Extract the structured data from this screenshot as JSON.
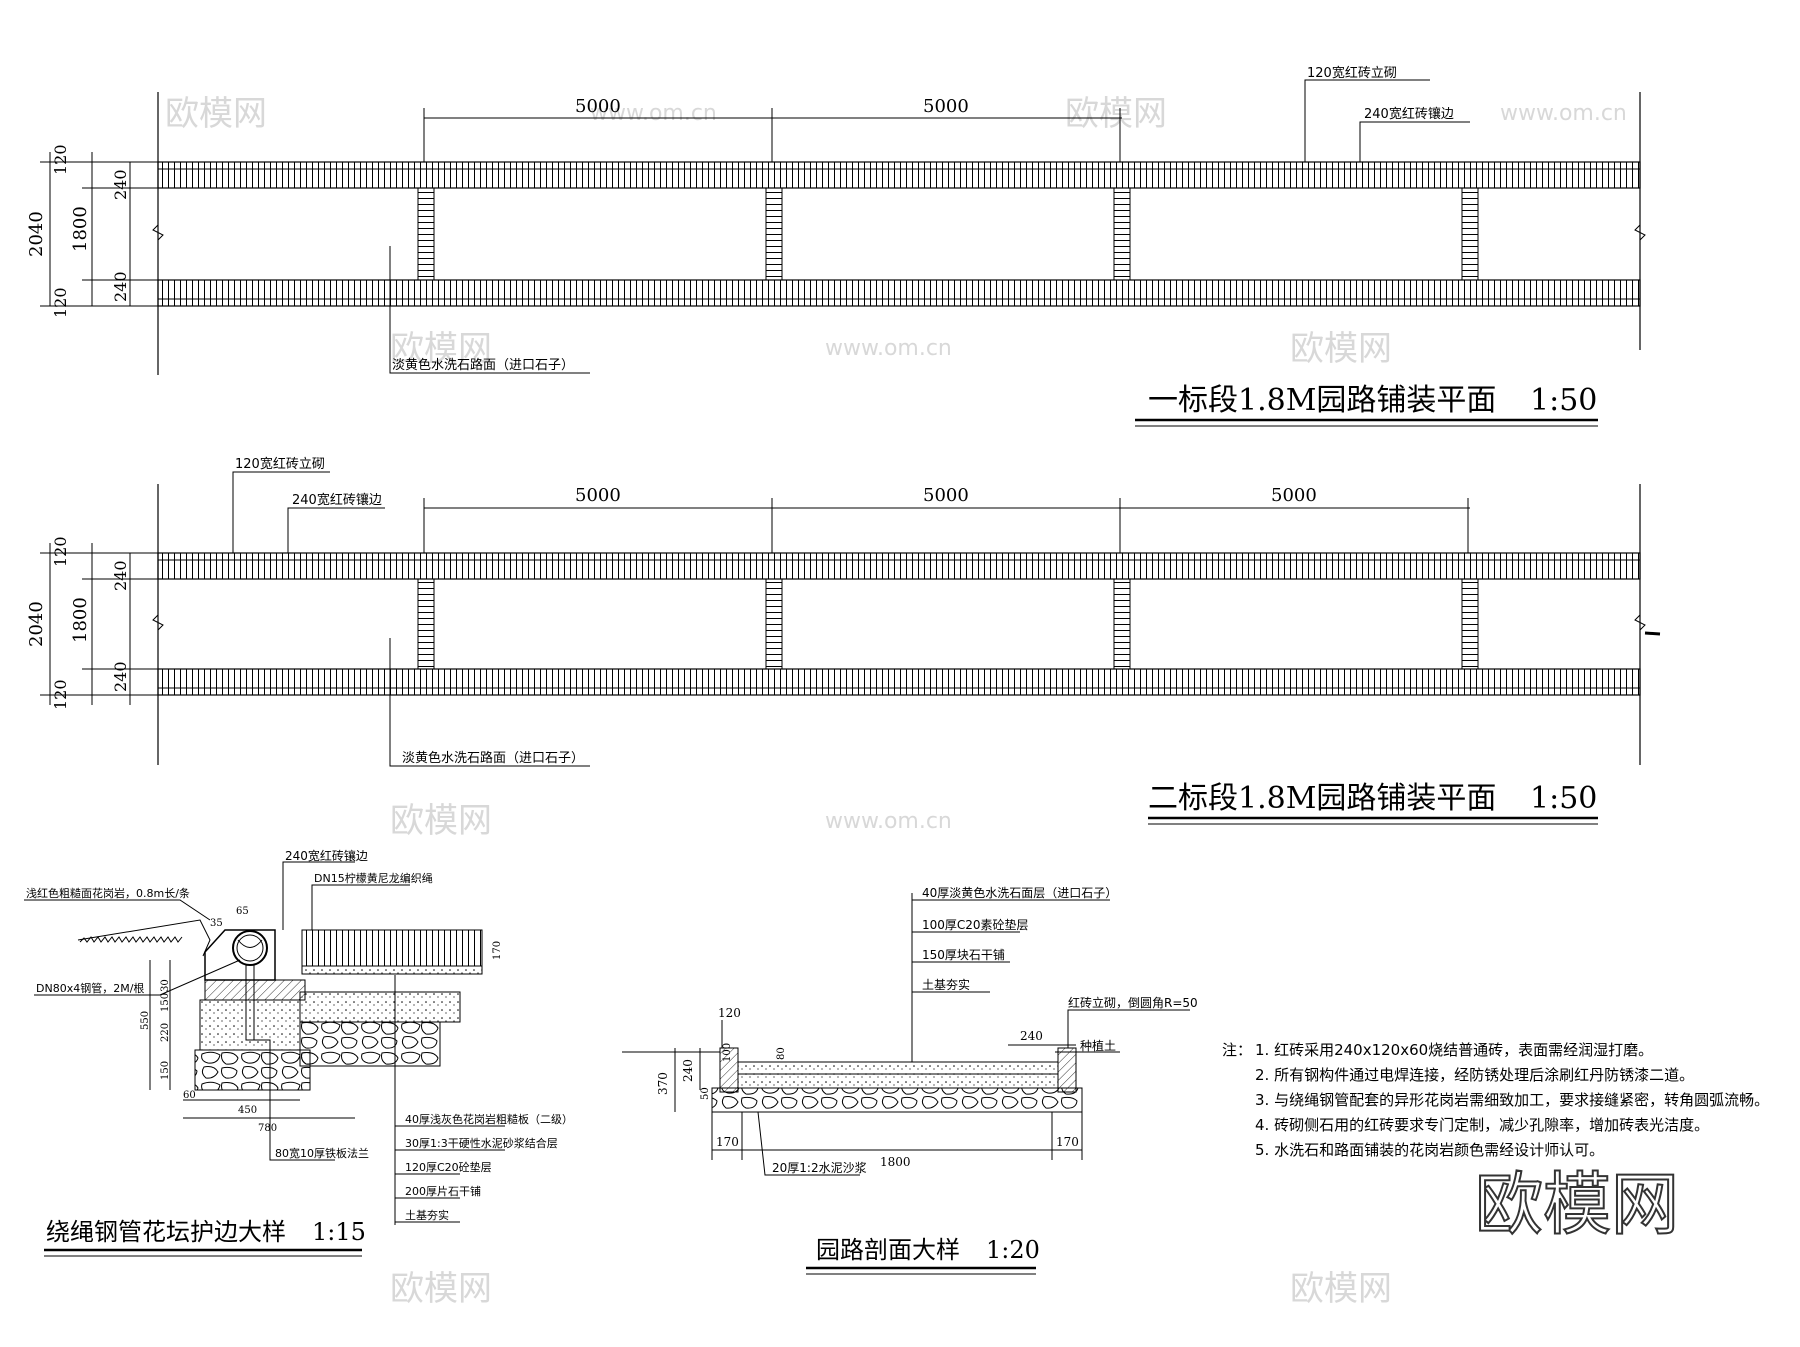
{
  "plan1": {
    "title": "一标段1.8M园路铺装平面",
    "scale": "1:50",
    "dims_top": [
      "5000",
      "5000"
    ],
    "label_edge_narrow": "120宽红砖立砌",
    "label_edge_wide": "240宽红砖镶边",
    "label_surface": "淡黄色水洗石路面（进口石子）",
    "dim_total": "2040",
    "dim_inner": "1800",
    "dim_120": "120",
    "dim_240": "240"
  },
  "plan2": {
    "title": "二标段1.8M园路铺装平面",
    "scale": "1:50",
    "dims_top": [
      "5000",
      "5000",
      "5000"
    ],
    "label_edge_narrow": "120宽红砖立砌",
    "label_edge_wide": "240宽红砖镶边",
    "label_surface": "淡黄色水洗石路面（进口石子）",
    "dim_total": "2040",
    "dim_inner": "1800",
    "dim_120": "120",
    "dim_240": "240"
  },
  "detail_a": {
    "title": "绕绳钢管花坛护边大样",
    "scale": "1:15",
    "top_labels": [
      "240宽红砖镶边",
      "DN15柠檬黄尼龙编织绳",
      "浅红色粗糙面花岗岩，0.8m长/条",
      "DN80x4钢管，2M/根"
    ],
    "layers": [
      "40厚浅灰色花岗岩粗糙板（二级）",
      "30厚1:3干硬性水泥砂浆结合层",
      "120厚C20砼垫层",
      "200厚片石干铺",
      "土基夯实"
    ],
    "bottom_label": "80宽10厚铁板法兰",
    "dims": [
      "170",
      "65",
      "35",
      "30",
      "150",
      "220",
      "150",
      "550",
      "60",
      "450",
      "780"
    ]
  },
  "detail_b": {
    "title": "园路剖面大样",
    "scale": "1:20",
    "layers": [
      "40厚淡黄色水洗石面层（进口石子）",
      "100厚C20素砼垫层",
      "150厚块石干铺",
      "土基夯实"
    ],
    "curb_label": "红砖立砌，倒圆角R=50",
    "soil_label": "种植土",
    "mortar_label": "20厚1:2水泥沙浆",
    "dims": [
      "120",
      "240",
      "370",
      "240",
      "50",
      "80",
      "100",
      "170",
      "1800",
      "170"
    ]
  },
  "notes": {
    "heading": "注：",
    "items": [
      "1. 红砖采用240x120x60烧结普通砖，表面需经润湿打磨。",
      "2. 所有钢构件通过电焊连接，经防锈处理后涂刷红丹防锈漆二道。",
      "3. 与绕绳钢管配套的异形花岗岩需细致加工，要求接缝紧密，转角圆弧流畅。",
      "4. 砖砌侧石用的红砖要求专门定制，减少孔隙率，增加砖表光洁度。",
      "5. 水洗石和路面铺装的花岗岩颜色需经设计师认可。"
    ]
  },
  "watermark": {
    "brand": "欧模网",
    "url": "www.om.cn"
  }
}
